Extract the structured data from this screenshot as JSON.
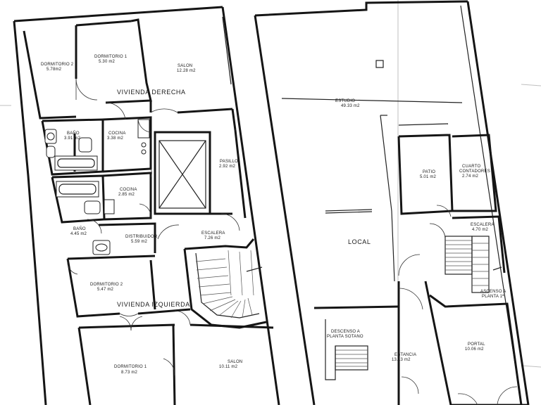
{
  "labels": {
    "dorm2_der_name": "DORMITORIO 2",
    "dorm2_der_area": "5.78m2",
    "dorm1_der_name": "DORMITORIO 1",
    "dorm1_der_area": "5.30 m2",
    "salon_der_name": "SALON",
    "salon_der_area": "12.28 m2",
    "vivienda_derecha": "VIVIENDA DERECHA",
    "bano1_name": "BAÑO",
    "bano1_area": "3.91 m2",
    "cocina1_name": "COCINA",
    "cocina1_area": "3.38 m2",
    "pasillo_name": "PASILLO",
    "pasillo_area": "2.92 m2",
    "cocina2_name": "COCINA",
    "cocina2_area": "2.85 m2",
    "bano2_name": "BAÑO",
    "bano2_area": "4.45 m2",
    "distribuidor_name": "DISTRIBUIDOR",
    "distribuidor_area": "5.59 m2",
    "escalera1_name": "ESCALERA",
    "escalera1_area": "7.26 m2",
    "dorm2_izq_name": "DORMITORIO 2",
    "dorm2_izq_area": "5.47 m2",
    "vivienda_izquierda": "VIVIENDA IZQUIERDA",
    "dorm1_izq_name": "DORMITORIO 1",
    "dorm1_izq_area": "8.73 m2",
    "salon_izq_name": "SALON",
    "salon_izq_area": "10.11 m2",
    "estudio_name": "ESTUDIO",
    "estudio_area": "49.33 m2",
    "patio_name": "PATIO",
    "patio_area": "5.01 m2",
    "cuarto_name_1": "CUARTO",
    "cuarto_name_2": "CONTADORES",
    "cuarto_area": "2.74 m2",
    "escalera2_name": "ESCALERA",
    "escalera2_area": "4.70 m2",
    "local": "LOCAL",
    "ascenso_1": "ASCENSO A",
    "ascenso_2": "PLANTA 1ª",
    "descenso_1": "DESCENSO A",
    "descenso_2": "PLANTA SOTANO",
    "estancia_name": "ESTANCIA",
    "estancia_area": "13.13 m2",
    "portal_name": "PORTAL",
    "portal_area": "10.06 m2"
  }
}
